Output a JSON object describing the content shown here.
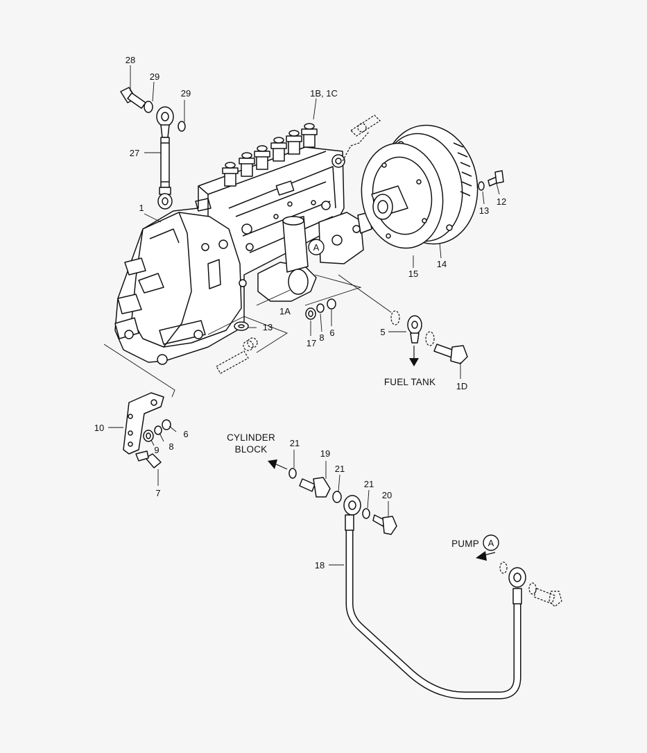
{
  "diagram": {
    "part_labels": [
      {
        "id": "p28",
        "text": "28"
      },
      {
        "id": "p29a",
        "text": "29"
      },
      {
        "id": "p29b",
        "text": "29"
      },
      {
        "id": "p27",
        "text": "27"
      },
      {
        "id": "p1",
        "text": "1"
      },
      {
        "id": "p1b1c",
        "text": "1B, 1C"
      },
      {
        "id": "p12",
        "text": "12"
      },
      {
        "id": "p13a",
        "text": "13"
      },
      {
        "id": "p14",
        "text": "14"
      },
      {
        "id": "p15",
        "text": "15"
      },
      {
        "id": "p1a",
        "text": "1A"
      },
      {
        "id": "p13b",
        "text": "13"
      },
      {
        "id": "p17",
        "text": "17"
      },
      {
        "id": "p8a",
        "text": "8"
      },
      {
        "id": "p6a",
        "text": "6"
      },
      {
        "id": "p5",
        "text": "5"
      },
      {
        "id": "p1d",
        "text": "1D"
      },
      {
        "id": "p10",
        "text": "10"
      },
      {
        "id": "p6b",
        "text": "6"
      },
      {
        "id": "p9",
        "text": "9"
      },
      {
        "id": "p8b",
        "text": "8"
      },
      {
        "id": "p7",
        "text": "7"
      },
      {
        "id": "p21a",
        "text": "21"
      },
      {
        "id": "p19",
        "text": "19"
      },
      {
        "id": "p21b",
        "text": "21"
      },
      {
        "id": "p21c",
        "text": "21"
      },
      {
        "id": "p20",
        "text": "20"
      },
      {
        "id": "p18",
        "text": "18"
      }
    ],
    "callouts": {
      "fuel_tank": "FUEL TANK",
      "cylinder_block_line1": "CYLINDER",
      "cylinder_block_line2": "BLOCK",
      "pump": "PUMP",
      "marker_a_top": "A",
      "marker_a_pump": "A"
    },
    "colors": {
      "background": "#f6f6f6",
      "ink": "#111111"
    }
  }
}
